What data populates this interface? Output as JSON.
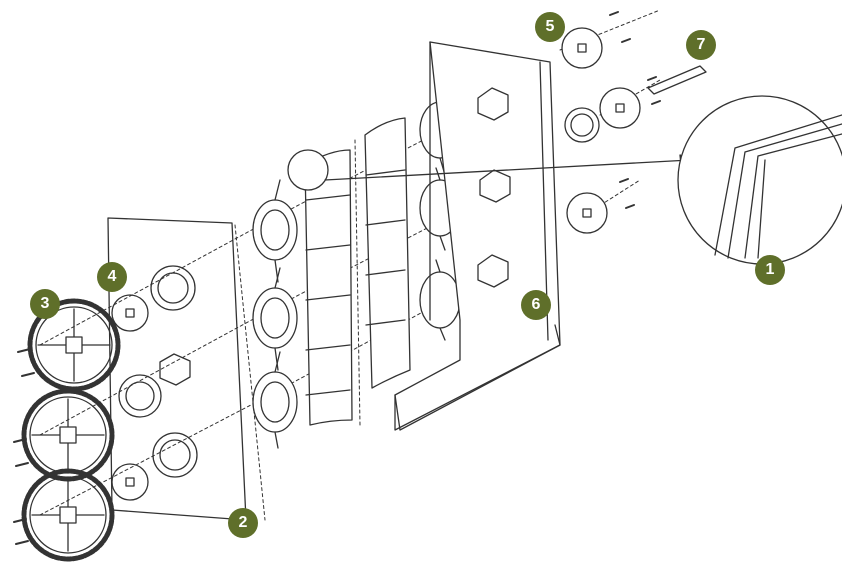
{
  "diagram": {
    "type": "exploded-assembly",
    "accent_color": "#5f6f2a",
    "line_color": "#333333",
    "callouts": [
      {
        "id": "c1",
        "label": "1"
      },
      {
        "id": "c2",
        "label": "2"
      },
      {
        "id": "c3",
        "label": "3"
      },
      {
        "id": "c4",
        "label": "4"
      },
      {
        "id": "c5",
        "label": "5"
      },
      {
        "id": "c6",
        "label": "6"
      },
      {
        "id": "c7",
        "label": "7"
      }
    ]
  }
}
